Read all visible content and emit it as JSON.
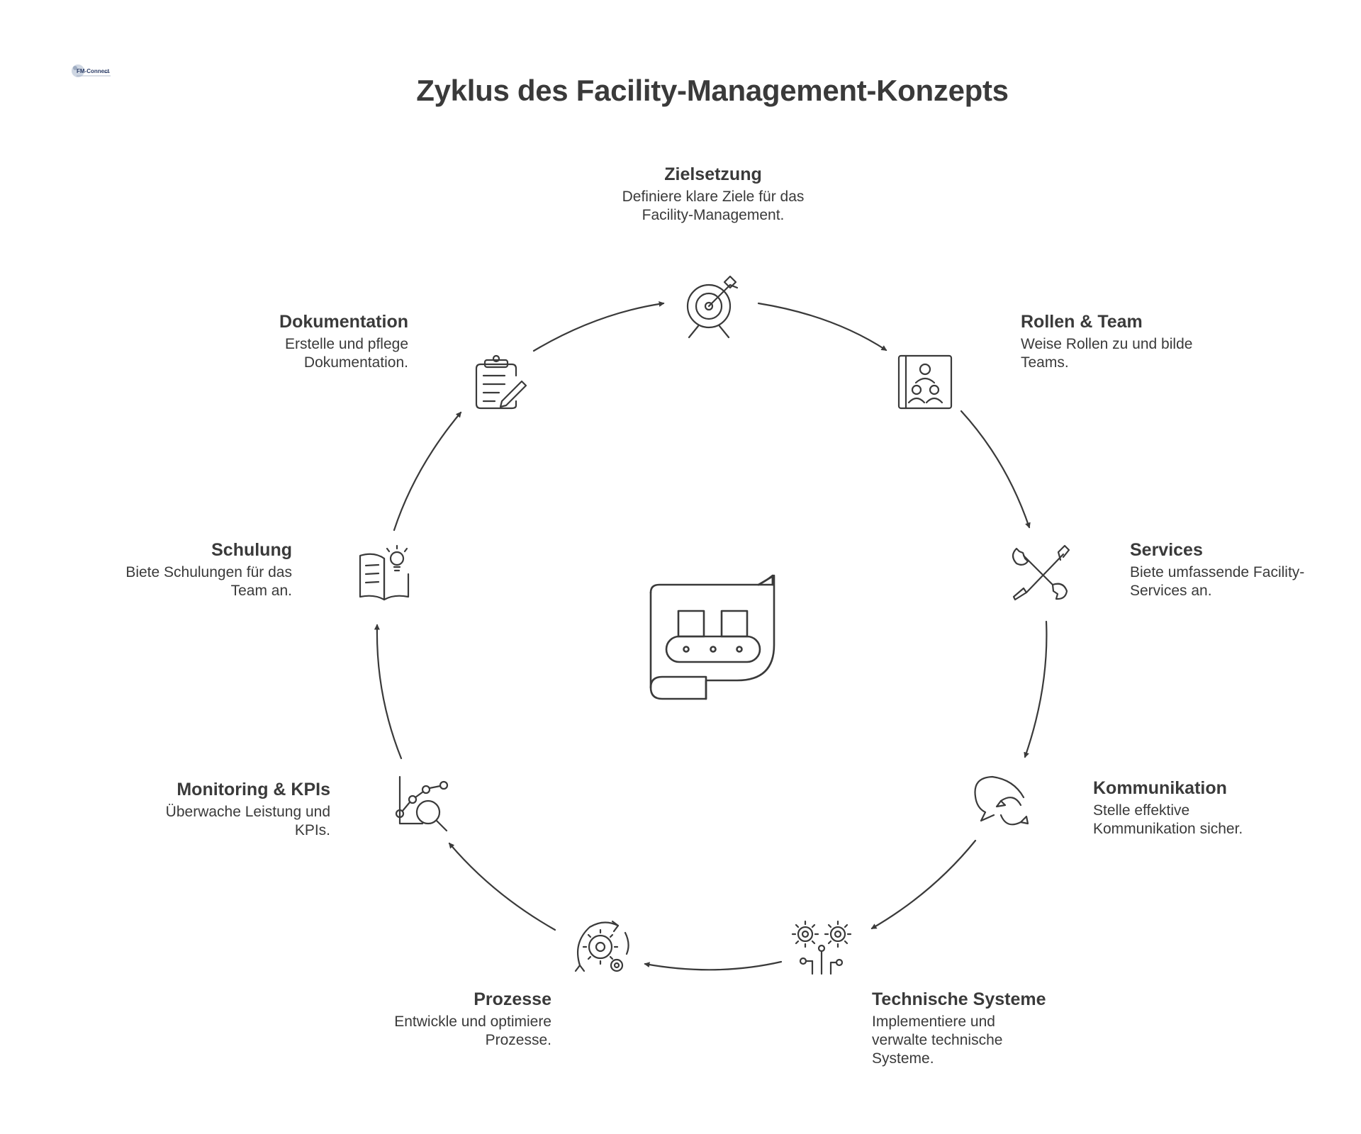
{
  "title": "Zyklus des Facility-Management-Konzepts",
  "logo": {
    "text": "FM-Connect.com"
  },
  "colors": {
    "stroke": "#3a3a3a",
    "text": "#3a3a3a",
    "background": "#ffffff"
  },
  "steps": [
    {
      "title": "Zielsetzung",
      "desc": "Definiere klare Ziele für das\nFacility-Management.",
      "icon": "target-icon"
    },
    {
      "title": "Rollen & Team",
      "desc": "Weise Rollen zu und bilde\nTeams.",
      "icon": "team-icon"
    },
    {
      "title": "Services",
      "desc": "Biete umfassende Facility-\nServices an.",
      "icon": "tools-icon"
    },
    {
      "title": "Kommunikation",
      "desc": "Stelle effektive\nKommunikation sicher.",
      "icon": "chat-refresh-icon"
    },
    {
      "title": "Technische Systeme",
      "desc": "Implementiere und\nverwalte technische\nSysteme.",
      "icon": "gears-circuit-icon"
    },
    {
      "title": "Prozesse",
      "desc": "Entwickle und optimiere\nProzesse.",
      "icon": "gear-cycle-icon"
    },
    {
      "title": "Monitoring & KPIs",
      "desc": "Überwache Leistung und\nKPIs.",
      "icon": "chart-magnifier-icon"
    },
    {
      "title": "Schulung",
      "desc": "Biete Schulungen für das\nTeam an.",
      "icon": "book-idea-icon"
    },
    {
      "title": "Dokumentation",
      "desc": "Erstelle und pflege\nDokumentation.",
      "icon": "clipboard-pen-icon"
    }
  ],
  "center_icon": "conveyor-scroll-icon"
}
